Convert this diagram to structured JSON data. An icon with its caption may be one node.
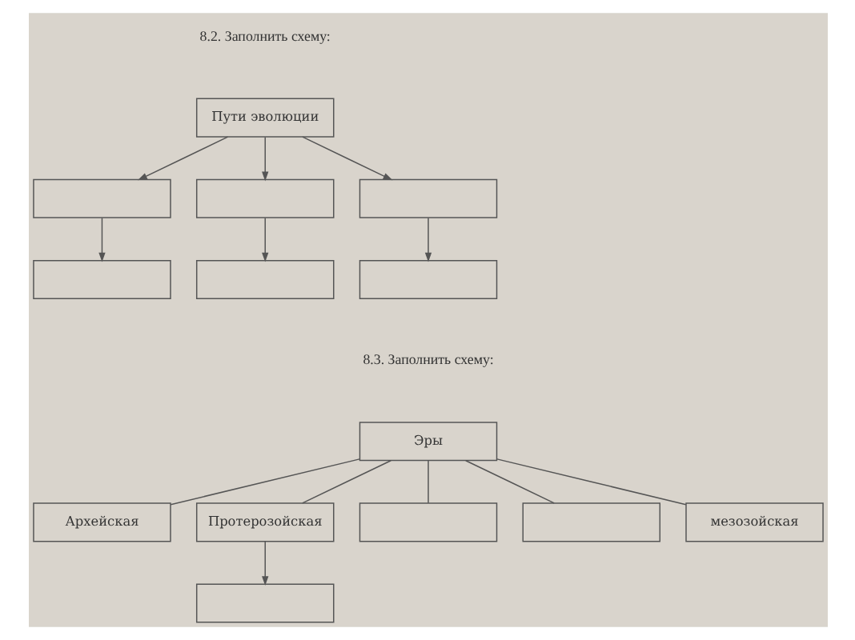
{
  "diagram": {
    "nodes": [
      {
        "text": [
          "Пути эволюции"
        ]
      },
      {
        "text": [],
        "shape": "box"
      },
      {
        "text": [],
        "shape": "box"
      },
      {
        "text": [],
        "shape": "box"
      },
      {
        "text": [],
        "shape": "box"
      },
      {
        "text": [],
        "shape": "box"
      },
      {
        "text": [],
        "shape": "box"
      },
      {
        "text": [
          "Эры"
        ]
      },
      {
        "text": [
          "Архейская"
        ]
      },
      {
        "text": [
          "Протерозойская"
        ]
      },
      {
        "text": [],
        "shape": "box"
      },
      {
        "text": [],
        "shape": "box"
      },
      {
        "text": [
          "мезозойская"
        ]
      },
      {
        "text": [],
        "shape": "box"
      }
    ],
    "edges": [
      {
        "from": 0,
        "to": 1,
        "arrow": "to"
      },
      {
        "from": 0,
        "to": 4,
        "arrow": "to"
      },
      {
        "from": 0,
        "to": 2,
        "arrow": "to"
      },
      {
        "from": 1,
        "to": 3,
        "arrow": "to"
      },
      {
        "from": 2,
        "to": 5,
        "arrow": "to"
      },
      {
        "from": 4,
        "to": 6,
        "arrow": "to"
      },
      {
        "from": 7,
        "to": 8,
        "arrow": "none"
      },
      {
        "from": 7,
        "to": 10,
        "arrow": "none"
      },
      {
        "from": 7,
        "to": 11,
        "arrow": "none"
      },
      {
        "from": 7,
        "to": 12,
        "arrow": "none"
      },
      {
        "from": 7,
        "to": 9,
        "arrow": "none"
      },
      {
        "from": 9,
        "to": 13,
        "arrow": "to"
      }
    ],
    "labels": [
      "8.2. Заполнить схему:",
      "8.3. Заполнить схему:"
    ]
  }
}
